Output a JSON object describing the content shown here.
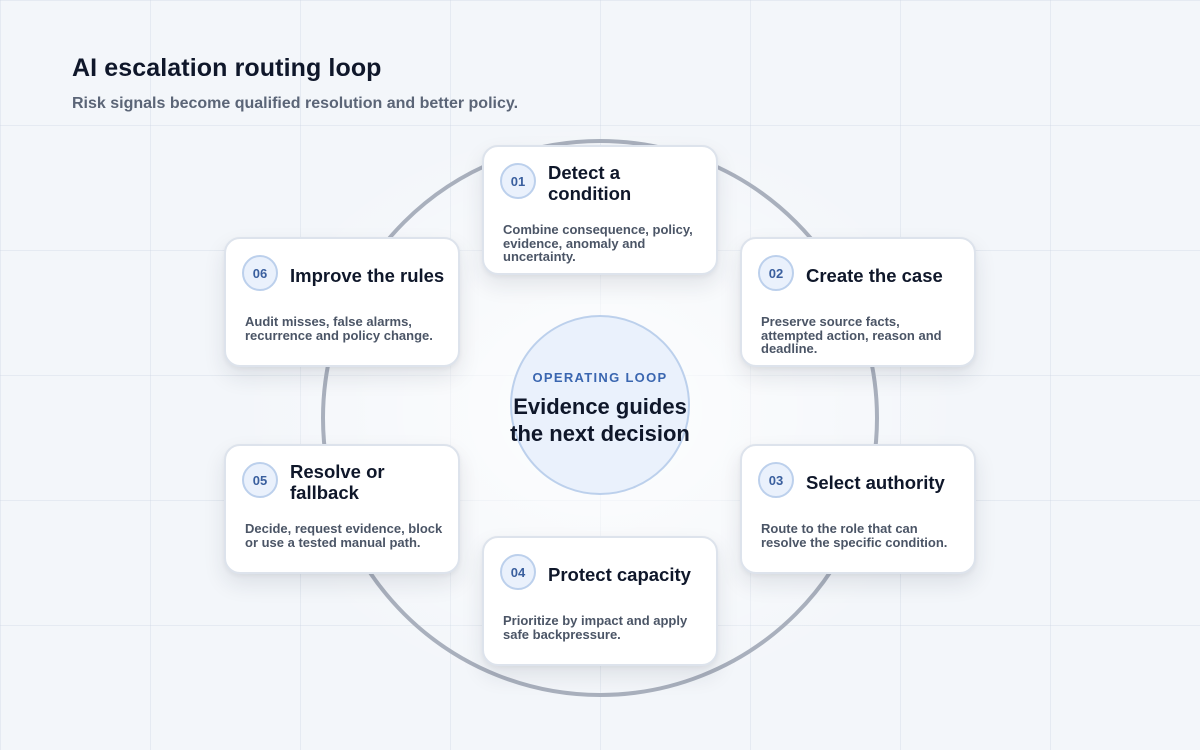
{
  "header": {
    "title": "AI escalation routing loop",
    "subtitle": "Risk signals become qualified resolution and better policy."
  },
  "center": {
    "kicker": "OPERATING LOOP",
    "text": "Evidence guides the next decision"
  },
  "steps": [
    {
      "number": "01",
      "title": "Detect a condition",
      "description": "Combine consequence, policy, evidence, anomaly and uncertainty."
    },
    {
      "number": "02",
      "title": "Create the case",
      "description": "Preserve source facts, attempted action, reason and deadline."
    },
    {
      "number": "03",
      "title": "Select authority",
      "description": "Route to the role that can resolve the specific condition."
    },
    {
      "number": "04",
      "title": "Protect capacity",
      "description": "Prioritize by impact and apply safe backpressure."
    },
    {
      "number": "05",
      "title": "Resolve or fallback",
      "description": "Decide, request evidence, block or use a tested manual path."
    },
    {
      "number": "06",
      "title": "Improve the rules",
      "description": "Audit misses, false alarms, recurrence and policy change."
    }
  ],
  "colors": {
    "ring": "#a9b0bd",
    "accent": "#3a66b0",
    "badge_fill": "#eaf1fc",
    "badge_border": "#bcd0ec"
  }
}
